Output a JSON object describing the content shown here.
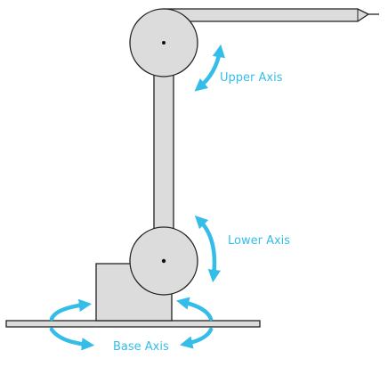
{
  "labels": {
    "upper_axis": "Upper Axis",
    "lower_axis": "Lower Axis",
    "base_axis": "Base Axis"
  },
  "colors": {
    "arm_fill": "#dcdcdc",
    "outline": "#222222",
    "arrow": "#35bde9"
  },
  "icons": {
    "upper_axis": "curved-double-arrow-icon",
    "lower_axis": "curved-double-arrow-icon",
    "base_axis": "rotation-arrow-icon"
  }
}
